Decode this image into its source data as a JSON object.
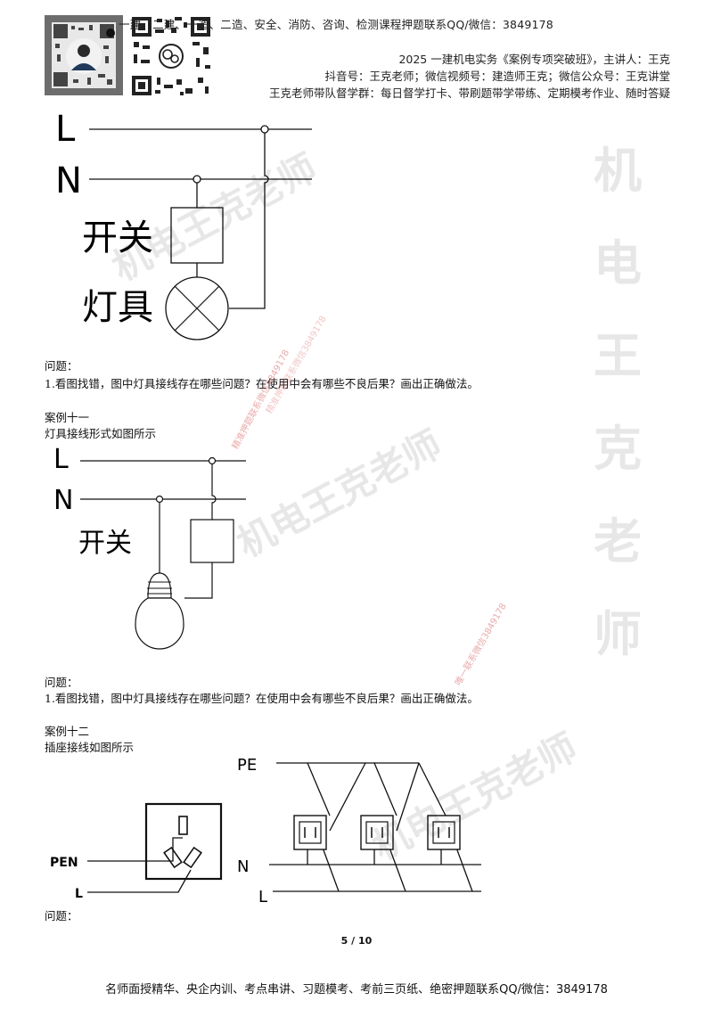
{
  "header": {
    "top_line": "一建、二建、一造、二造、安全、消防、咨询、检测课程押题联系QQ/微信：3849178",
    "course_line": "2025 一建机电实务《案例专项突破班》，主讲人：王克",
    "contacts_line": "抖音号：王克老师；微信视频号：建造师王克；微信公众号：王克讲堂",
    "group_line": "王克老师带队督学群：每日督学打卡、带刷题带学带练、定期模考作业、随时答疑"
  },
  "diagram1": {
    "label_l": "L",
    "label_n": "N",
    "label_switch": "开关",
    "label_lamp": "灯具"
  },
  "q1": {
    "label": "问题：",
    "text": "1.看图找错，图中灯具接线存在哪些问题？在使用中会有哪些不良后果？画出正确做法。"
  },
  "case11": {
    "title": "案例十一",
    "subtitle": "灯具接线形式如图所示"
  },
  "diagram2": {
    "label_l": "L",
    "label_n": "N",
    "label_switch": "开关"
  },
  "q2": {
    "label": "问题：",
    "text": "1.看图找错，图中灯具接线存在哪些问题？在使用中会有哪些不良后果？画出正确做法。"
  },
  "case12": {
    "title": "案例十二",
    "subtitle": "插座接线如图所示"
  },
  "diagram3": {
    "label_pen": "PEN",
    "label_l": "L",
    "label_pe": "PE",
    "label_n": "N",
    "label_l2": "L"
  },
  "q3": {
    "label": "问题："
  },
  "page_number": "5 / 10",
  "footer": "名师面授精华、央企内训、考点串讲、习题模考、考前三页纸、绝密押题联系QQ/微信：3849178",
  "watermarks": {
    "vertical": [
      "机",
      "电",
      "王",
      "克",
      "老",
      "师"
    ],
    "diagonal_1": "机电王克老师",
    "diagonal_2": "机电王克老师",
    "diagonal_3": "机电王克老师",
    "red_1": "精准押题联系微信3849178",
    "red_2": "唯一联系微信3849178",
    "red_3": "精准押题联系微信3849178"
  }
}
